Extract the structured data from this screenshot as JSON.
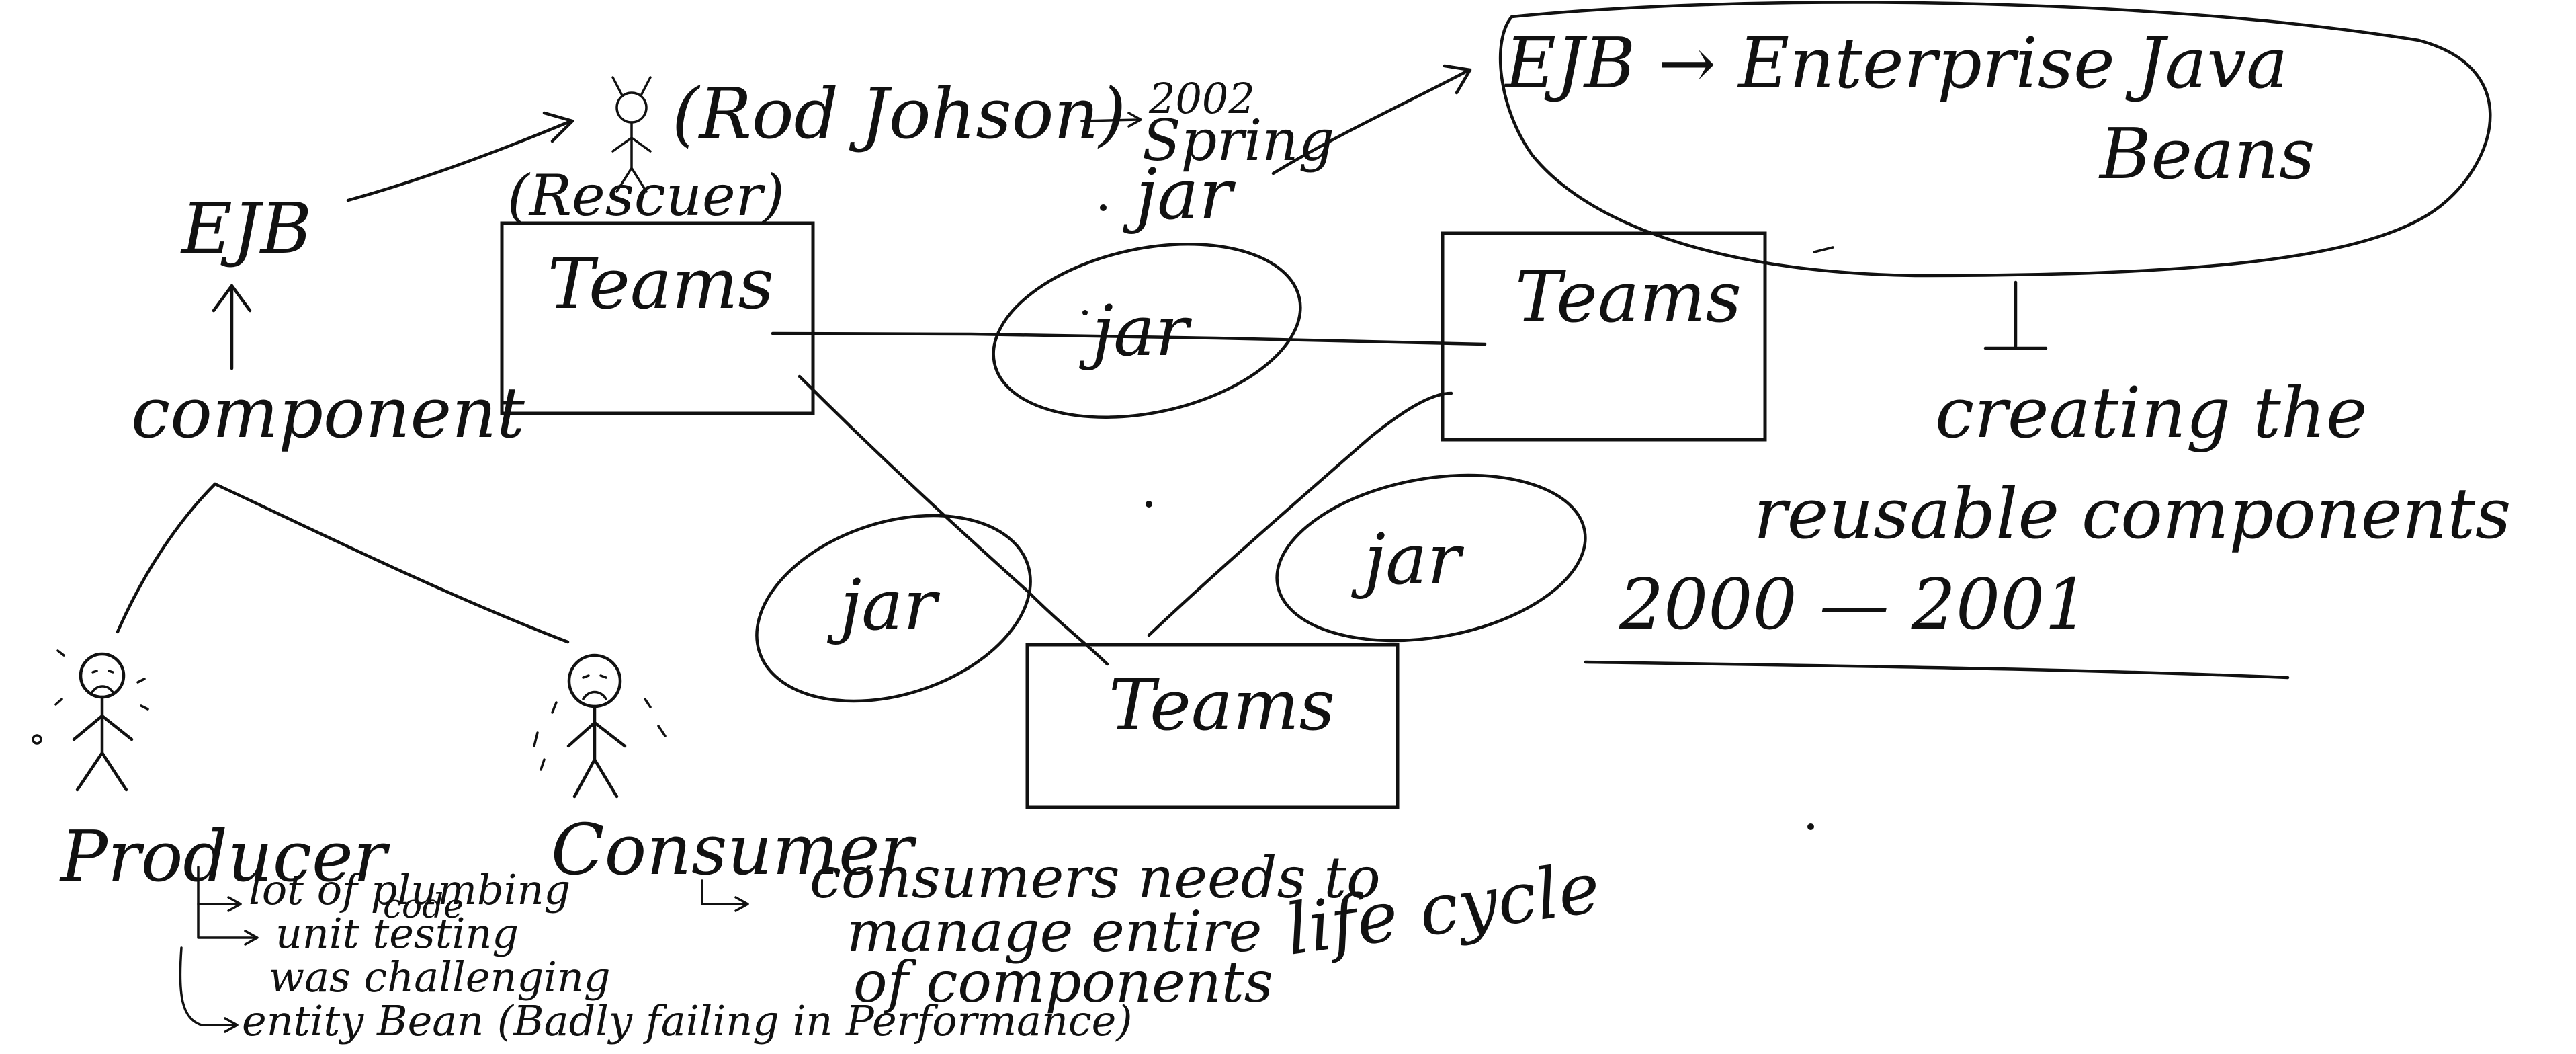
{
  "canvas": {
    "background": "#ffffff",
    "ink_color": "#111111"
  },
  "nodes": {
    "team_left": "Teams",
    "team_right": "Teams",
    "team_bottom": "Teams",
    "jar_top": "jar",
    "jar_bottom_left": "jar",
    "jar_bottom_right": "jar"
  },
  "left_section": {
    "ejb": "EJB",
    "component": "component",
    "producer": "Producer",
    "consumer": "Consumer"
  },
  "rod": {
    "name": "(Rod Johson)",
    "role": "(Rescuer)",
    "year": "2002",
    "spring": "Spring",
    "jar": "jar"
  },
  "ejb_definition": {
    "line1": "EJB → Enterprise Java",
    "line2": "Beans",
    "note_line1": "creating the",
    "note_line2": "reusable components",
    "years": "2000 — 2001"
  },
  "producer_notes": [
    "lot of plumbing",
    "code",
    "unit testing",
    "was challenging",
    "entity Bean (Badly failing in Performance)"
  ],
  "consumer_notes": {
    "line1": "consumers needs to",
    "line2": "manage entire",
    "line3": "of components",
    "line4": "life cycle"
  }
}
